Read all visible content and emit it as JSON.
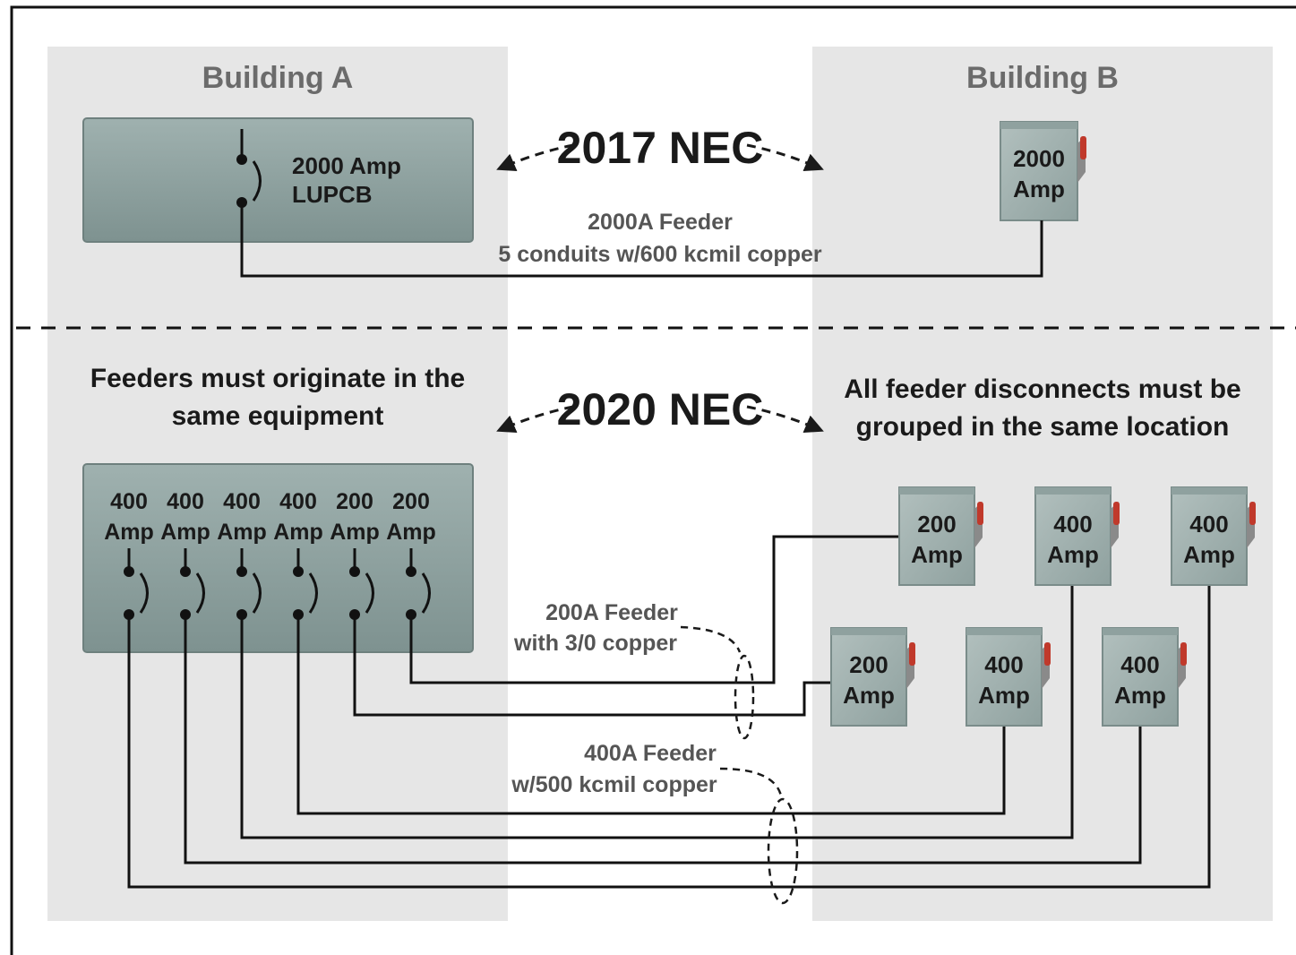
{
  "colors": {
    "background": "#ffffff",
    "building_zone": "#e6e6e6",
    "panel_fill": "#8fa3a1",
    "disconnect_fill": "#a3b3b1",
    "handle": "#c0392b",
    "wire": "#111111",
    "annotation_text": "#555555"
  },
  "top": {
    "building_a": "Building A",
    "building_b": "Building B",
    "code": "2017 NEC",
    "breaker": {
      "line1": "2000 Amp",
      "line2": "LUPCB"
    },
    "disconnect": {
      "line1": "2000",
      "line2": "Amp"
    },
    "feeder": {
      "line1": "2000A Feeder",
      "line2": "5 conduits w/600 kcmil copper"
    }
  },
  "bottom": {
    "code": "2020 NEC",
    "left_caption": {
      "line1": "Feeders must originate in the",
      "line2": "same equipment"
    },
    "right_caption": {
      "line1": "All feeder disconnects must be",
      "line2": "grouped in the same location"
    },
    "breakers": [
      {
        "amps": "400",
        "unit": "Amp"
      },
      {
        "amps": "400",
        "unit": "Amp"
      },
      {
        "amps": "400",
        "unit": "Amp"
      },
      {
        "amps": "400",
        "unit": "Amp"
      },
      {
        "amps": "200",
        "unit": "Amp"
      },
      {
        "amps": "200",
        "unit": "Amp"
      }
    ],
    "disconnects": [
      {
        "line1": "200",
        "line2": "Amp"
      },
      {
        "line1": "400",
        "line2": "Amp"
      },
      {
        "line1": "400",
        "line2": "Amp"
      },
      {
        "line1": "200",
        "line2": "Amp"
      },
      {
        "line1": "400",
        "line2": "Amp"
      },
      {
        "line1": "400",
        "line2": "Amp"
      }
    ],
    "feeder_200": {
      "line1": "200A Feeder",
      "line2": "with 3/0 copper"
    },
    "feeder_400": {
      "line1": "400A Feeder",
      "line2": "w/500 kcmil copper"
    }
  }
}
